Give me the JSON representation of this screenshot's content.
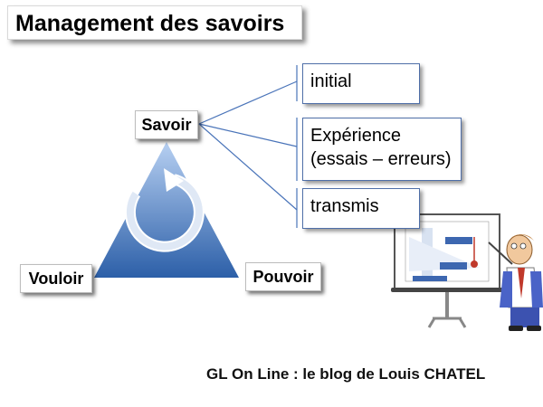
{
  "title": "Management des savoirs",
  "triangle": {
    "top": "Savoir",
    "left": "Vouloir",
    "right": "Pouvoir"
  },
  "branches": [
    {
      "line1": "initial",
      "line2": ""
    },
    {
      "line1": "Expérience",
      "line2": "(essais – erreurs)"
    },
    {
      "line1": "transmis",
      "line2": ""
    }
  ],
  "footer": "GL On Line : le blog de Louis CHATEL",
  "colors": {
    "triangle_top": "#a9c4ec",
    "triangle_bottom": "#2f63ad",
    "box_border": "#4f6fa8",
    "connector": "#4a74b9"
  },
  "illustration": "presenter-with-flipchart-clipart"
}
